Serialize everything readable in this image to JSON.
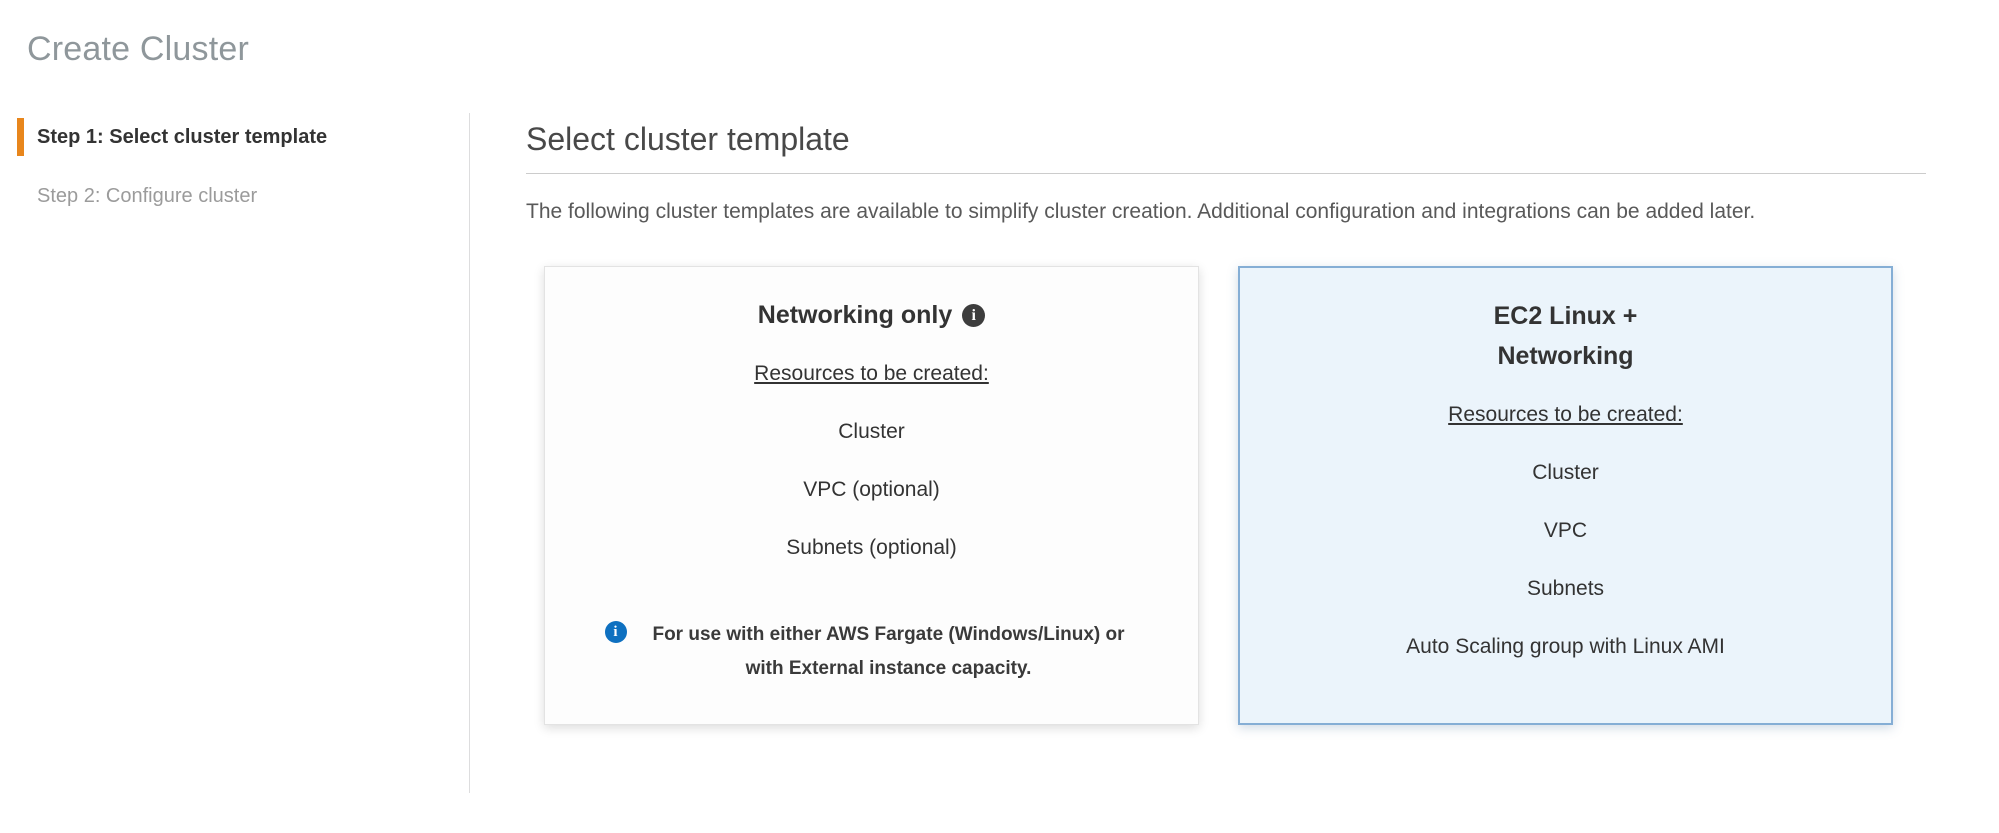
{
  "page": {
    "title": "Create Cluster"
  },
  "steps": [
    {
      "label": "Step 1: Select cluster template",
      "active": true
    },
    {
      "label": "Step 2: Configure cluster",
      "active": false
    }
  ],
  "content": {
    "heading": "Select cluster template",
    "description": "The following cluster templates are available to simplify cluster creation. Additional configuration and integrations can be added later.",
    "cards": [
      {
        "title": "Networking only",
        "title_info_icon": "i",
        "resources_label": "Resources to be created:",
        "resources": [
          "Cluster",
          "VPC (optional)",
          "Subnets (optional)"
        ],
        "note_icon": "i",
        "note": "For use with either AWS Fargate (Windows/Linux) or with External instance capacity.",
        "selected": false
      },
      {
        "title": "EC2 Linux +\nNetworking",
        "resources_label": "Resources to be created:",
        "resources": [
          "Cluster",
          "VPC",
          "Subnets",
          "Auto Scaling group with Linux AMI"
        ],
        "selected": true
      }
    ]
  },
  "colors": {
    "active_step_accent": "#e8861c",
    "selected_card_background": "#ebf4fb",
    "selected_card_border": "#85aed5",
    "info_icon_blue": "#0e70c0",
    "info_icon_dark": "#3d3d3d",
    "page_title_gray": "#8f979b"
  }
}
